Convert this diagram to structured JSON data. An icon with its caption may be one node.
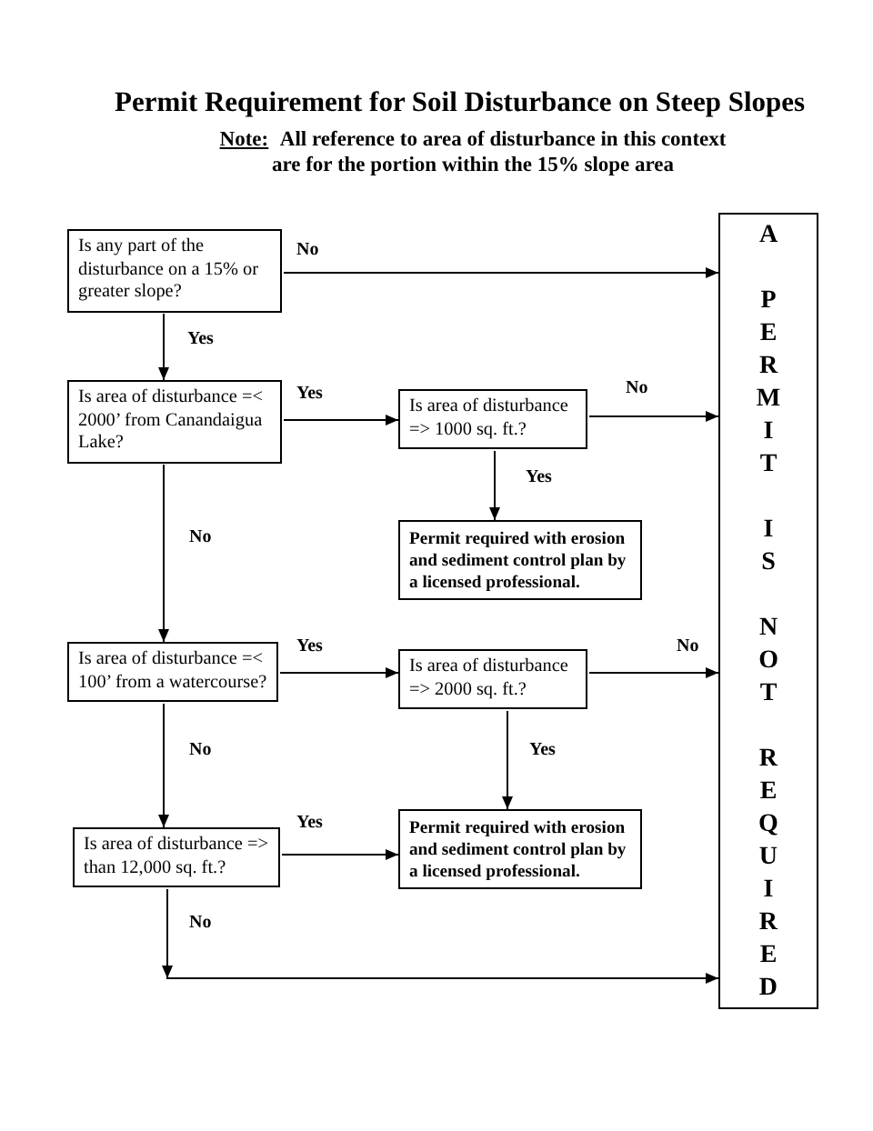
{
  "diagram": {
    "title": "Permit Requirement for Soil Disturbance on Steep Slopes",
    "nodes": [
      {
        "text": [
          "Is any part of the disturbance on a 15% or greater slope?"
        ]
      },
      {
        "text": [
          "Is area of disturbance =< 2000’ from Canandaigua Lake?"
        ]
      },
      {
        "text": [
          "Is area of disturbance => 1000 sq. ft.?"
        ]
      },
      {
        "text": [
          "Permit required with erosion and sediment control plan by a licensed professional."
        ]
      },
      {
        "text": [
          "Is area of disturbance =< 100’ from a watercourse?"
        ]
      },
      {
        "text": [
          "Is area of disturbance => 2000 sq. ft.?"
        ]
      },
      {
        "text": [
          "Permit required with erosion and sediment control plan by a licensed professional."
        ]
      },
      {
        "text": [
          "Is area of disturbance => than 12,000 sq. ft.?"
        ]
      },
      {
        "text": [
          "A PERMIT IS NOT REQUIRED"
        ]
      }
    ],
    "edges": [
      {
        "from": 0,
        "to": 8,
        "arrow": "to",
        "label": "No"
      },
      {
        "from": 0,
        "to": 1,
        "arrow": "to",
        "label": "Yes"
      },
      {
        "from": 1,
        "to": 2,
        "arrow": "to",
        "label": "Yes"
      },
      {
        "from": 2,
        "to": 8,
        "arrow": "to",
        "label": "No"
      },
      {
        "from": 2,
        "to": 3,
        "arrow": "to",
        "label": "Yes"
      },
      {
        "from": 1,
        "to": 4,
        "arrow": "to",
        "label": "No"
      },
      {
        "from": 4,
        "to": 5,
        "arrow": "to",
        "label": "Yes"
      },
      {
        "from": 5,
        "to": 8,
        "arrow": "to",
        "label": "No"
      },
      {
        "from": 5,
        "to": 6,
        "arrow": "to",
        "label": "Yes"
      },
      {
        "from": 4,
        "to": 7,
        "arrow": "to",
        "label": "No"
      },
      {
        "from": 7,
        "to": 6,
        "arrow": "to",
        "label": "Yes"
      },
      {
        "from": 7,
        "to": 8,
        "arrow": "to",
        "label": "No"
      }
    ],
    "labels": [
      "Note:",
      "All reference to area of disturbance in this context are for the portion within the 15% slope area"
    ]
  }
}
